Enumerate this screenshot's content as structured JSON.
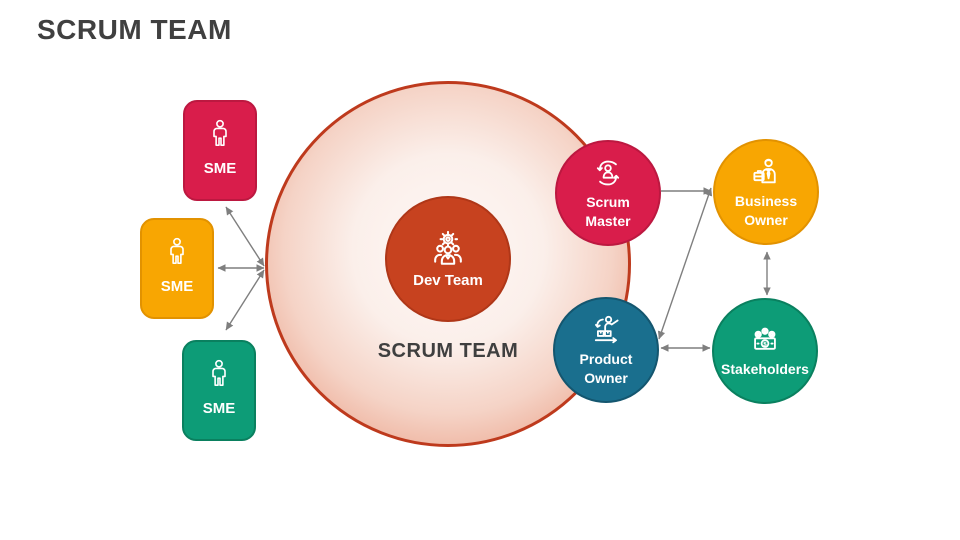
{
  "slide": {
    "title": "SCRUM TEAM"
  },
  "colors": {
    "crimson": "#D91D4B",
    "yellow": "#F8A602",
    "green": "#0D9C77",
    "teal": "#1A6F8E",
    "dev_team_red": "#C7421F",
    "scrum_circle_border": "#BE3A1D",
    "scrum_circle_fill_center": "#FEF8F6",
    "scrum_circle_fill_edge": "#DF8B71",
    "arrow_gray": "#7F7F7F",
    "title_gray": "#404040",
    "label_white": "#FFFFFF"
  },
  "diagram": {
    "scrum_circle_label": "SCRUM TEAM",
    "dev_team": {
      "label": "Dev Team",
      "icon": "team-gear-icon"
    },
    "sme_boxes": [
      {
        "label": "SME",
        "icon": "person-icon",
        "color": "#D91D4B"
      },
      {
        "label": "SME",
        "icon": "person-icon",
        "color": "#F8A602"
      },
      {
        "label": "SME",
        "icon": "person-icon",
        "color": "#0D9C77"
      }
    ],
    "roles": [
      {
        "label": "Scrum Master",
        "icon": "scrum-cycle-person-icon",
        "color": "#D91D4B"
      },
      {
        "label": "Business Owner",
        "icon": "businessman-briefcase-icon",
        "color": "#F8A602"
      },
      {
        "label": "Product Owner",
        "icon": "product-backlog-person-icon",
        "color": "#1A6F8E"
      },
      {
        "label": "Stakeholders",
        "icon": "people-money-icon",
        "color": "#0D9C77"
      }
    ],
    "connections": [
      {
        "from": "scrum-team-circle",
        "to": "sme-top",
        "direction": "both"
      },
      {
        "from": "scrum-team-circle",
        "to": "sme-middle",
        "direction": "both"
      },
      {
        "from": "scrum-team-circle",
        "to": "sme-bottom",
        "direction": "both"
      },
      {
        "from": "scrum-master",
        "to": "business-owner",
        "direction": "one-way"
      },
      {
        "from": "product-owner",
        "to": "business-owner",
        "direction": "both"
      },
      {
        "from": "product-owner",
        "to": "stakeholders",
        "direction": "both"
      },
      {
        "from": "business-owner",
        "to": "stakeholders",
        "direction": "both"
      }
    ]
  }
}
